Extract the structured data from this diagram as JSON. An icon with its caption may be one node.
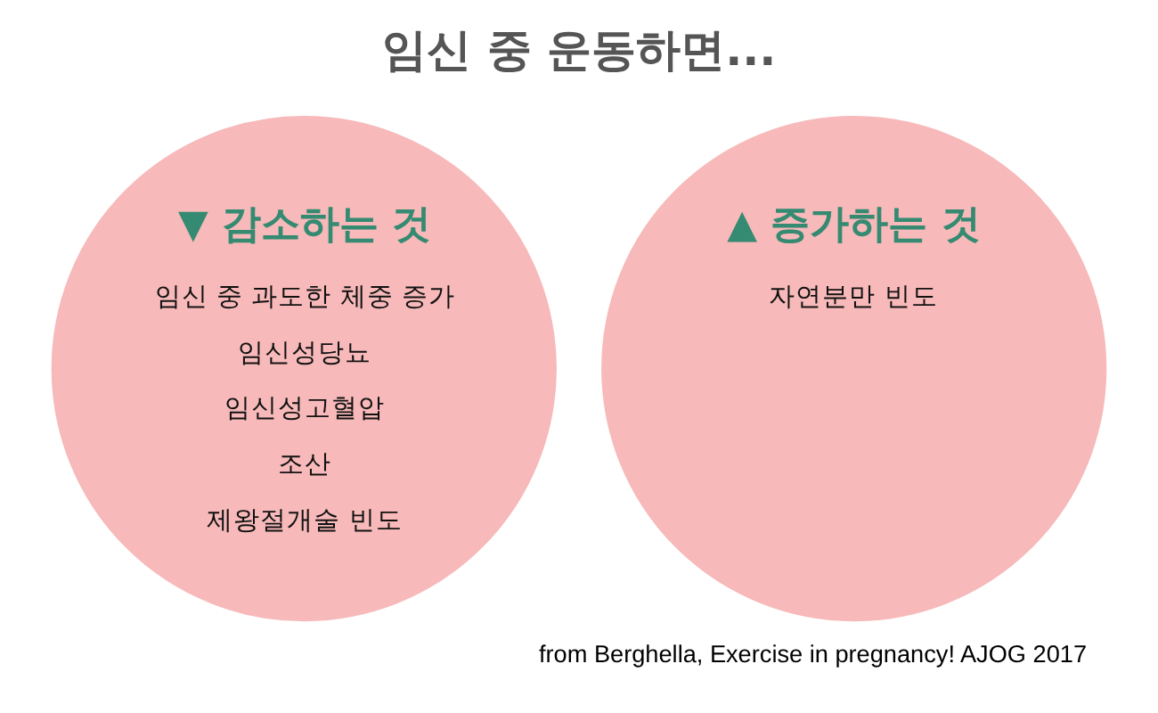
{
  "diagram": {
    "title": "임신 중 운동하면...",
    "caption": "from Berghella, Exercise in pregnancy! AJOG 2017",
    "nodes": [
      {
        "text": [
          "▼ 감소하는 것",
          "임신 중 과도한 체중 증가",
          "임신성당뇨",
          "임신성고혈압",
          "조산",
          "제왕절개술 빈도"
        ]
      },
      {
        "text": [
          "▲ 증가하는 것",
          "자연분만 빈도"
        ]
      }
    ]
  }
}
